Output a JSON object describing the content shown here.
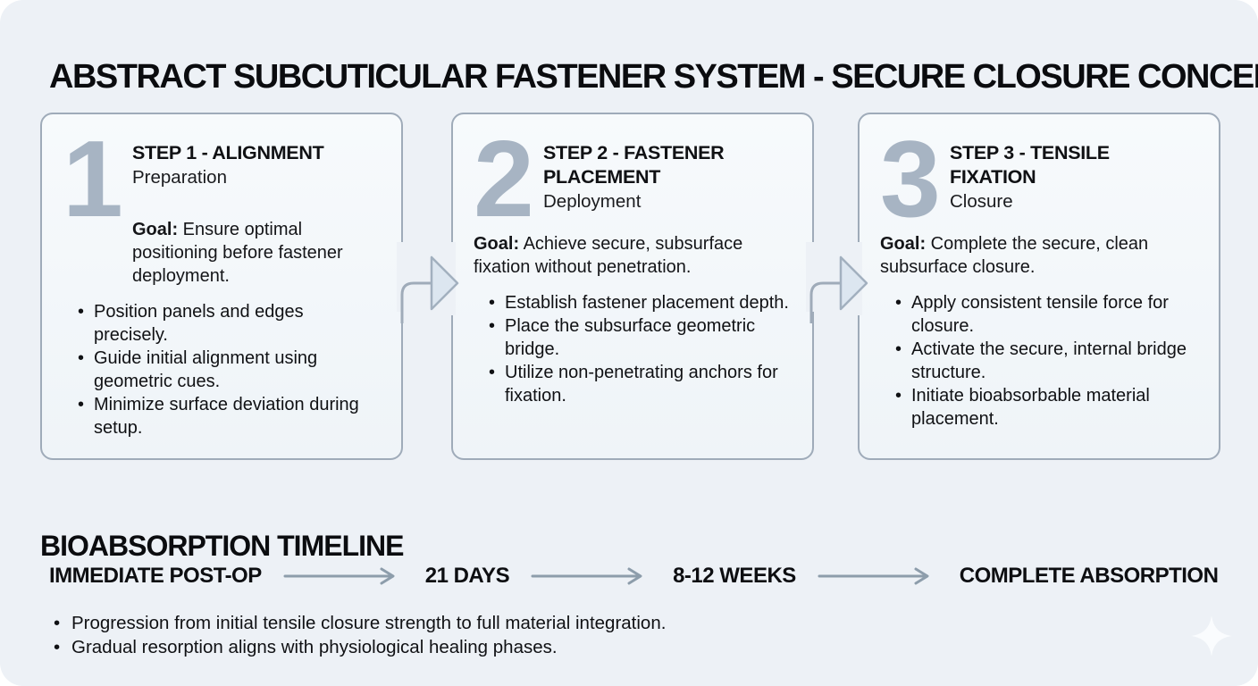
{
  "page": {
    "title": "ABSTRACT SUBCUTICULAR FASTENER SYSTEM - SECURE CLOSURE CONCEPT"
  },
  "colors": {
    "page_background": "#edf1f6",
    "card_background": "#f4f8fb",
    "card_border": "#9fabb9",
    "step_number": "#a7b4c3",
    "arrow_stroke": "#8d9dab",
    "arrow_triangle_fill": "#dce6f0",
    "text": "#101114",
    "sparkle": "#fbfdfe"
  },
  "goal_label": "Goal:",
  "steps": [
    {
      "number": "1",
      "title": "STEP 1 - ALIGNMENT",
      "subtitle": "Preparation",
      "goal_text": " Ensure optimal positioning before fastener deployment.",
      "bullets": [
        "Position panels and edges precisely.",
        "Guide initial alignment using geometric cues.",
        "Minimize surface deviation during setup."
      ]
    },
    {
      "number": "2",
      "title": "STEP 2 - FASTENER PLACEMENT",
      "subtitle": "Deployment",
      "goal_text": " Achieve secure, subsurface fixation without penetration.",
      "bullets": [
        "Establish fastener placement depth.",
        "Place the subsurface geometric bridge.",
        "Utilize non-penetrating anchors for fixation."
      ]
    },
    {
      "number": "3",
      "title": "STEP 3 - TENSILE FIXATION",
      "subtitle": "Closure",
      "goal_text": " Complete the secure, clean subsurface closure.",
      "bullets": [
        "Apply consistent tensile force for closure.",
        "Activate the secure, internal bridge structure.",
        "Initiate bioabsorbable material placement."
      ]
    }
  ],
  "timeline": {
    "heading": "BIOABSORPTION TIMELINE",
    "milestones": [
      "IMMEDIATE POST-OP",
      "21 DAYS",
      "8-12 WEEKS",
      "COMPLETE ABSORPTION"
    ],
    "notes": [
      "Progression from initial tensile closure strength to full material integration.",
      "Gradual resorption aligns with physiological healing phases."
    ]
  }
}
